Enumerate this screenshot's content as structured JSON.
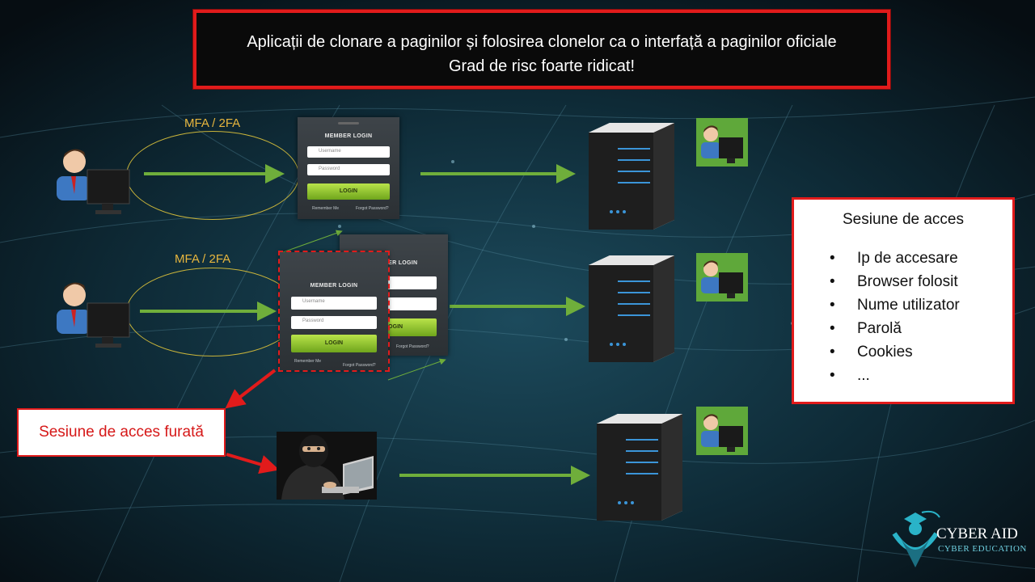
{
  "title": {
    "line1": "Aplicații de clonare a paginilor și folosirea clonelor ca o interfață a paginilor oficiale",
    "line2": "Grad de risc foarte ridicat!"
  },
  "mfa_labels": [
    "MFA / 2FA",
    "MFA / 2FA"
  ],
  "login_form": {
    "header": "MEMBER LOGIN",
    "username_placeholder": "Username",
    "password_placeholder": "Password",
    "button": "LOGIN",
    "remember": "Remember Me",
    "forgot": "Forgot Password?"
  },
  "session_box": {
    "title": "Sesiune de acces",
    "items": [
      "Ip de accesare",
      "Browser folosit",
      "Nume utilizator",
      "Parolă",
      "Cookies",
      "..."
    ]
  },
  "stolen_session": "Sesiune de acces furată",
  "logo": {
    "name": "CYBER AID",
    "tagline": "CYBER EDUCATION"
  },
  "colors": {
    "accent_red": "#e11b1b",
    "arrow_green": "#6fae3b",
    "mfa_gold": "#e7b63e"
  }
}
